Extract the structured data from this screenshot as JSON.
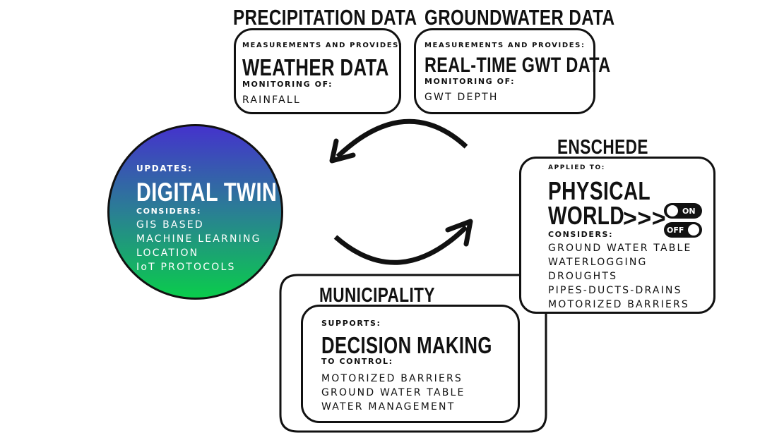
{
  "precipitation": {
    "title": "PRECIPITATION DATA",
    "label1": "MEASUREMENTS AND PROVIDES:",
    "headline": "WEATHER DATA",
    "label2": "MONITORING OF:",
    "items": [
      "RAINFALL"
    ]
  },
  "groundwater": {
    "title": "GROUNDWATER DATA",
    "label1": "MEASUREMENTS AND PROVIDES:",
    "headline": "REAL-TIME GWT DATA",
    "label2": "MONITORING OF:",
    "items": [
      "GWT DEPTH"
    ]
  },
  "digital_twin": {
    "label1": "UPDATES:",
    "headline": "DIGITAL TWIN",
    "label2": "CONSIDERS:",
    "items": [
      "GIS BASED",
      "MACHINE LEARNING",
      "LOCATION",
      "IoT PROTOCOLS"
    ]
  },
  "enschede": {
    "title": "ENSCHEDE",
    "label1": "APPLIED TO:",
    "headline1": "PHYSICAL",
    "headline2": "WORLD",
    "chevrons": ">>>",
    "toggle_on": "ON",
    "toggle_off": "OFF",
    "label2": "CONSIDERS:",
    "items": [
      "GROUND WATER TABLE",
      "WATERLOGGING",
      "DROUGHTS",
      "PIPES-DUCTS-DRAINS",
      "MOTORIZED BARRIERS"
    ]
  },
  "municipality": {
    "title": "MUNICIPALITY",
    "label1": "SUPPORTS:",
    "headline": "DECISION MAKING",
    "label2": "TO CONTROL:",
    "items": [
      "MOTORIZED BARRIERS",
      "GROUND WATER TABLE",
      "WATER MANAGEMENT"
    ]
  },
  "colors": {
    "gradient_top": "#4433cc",
    "gradient_bottom": "#0acc4c",
    "ink": "#111111"
  }
}
